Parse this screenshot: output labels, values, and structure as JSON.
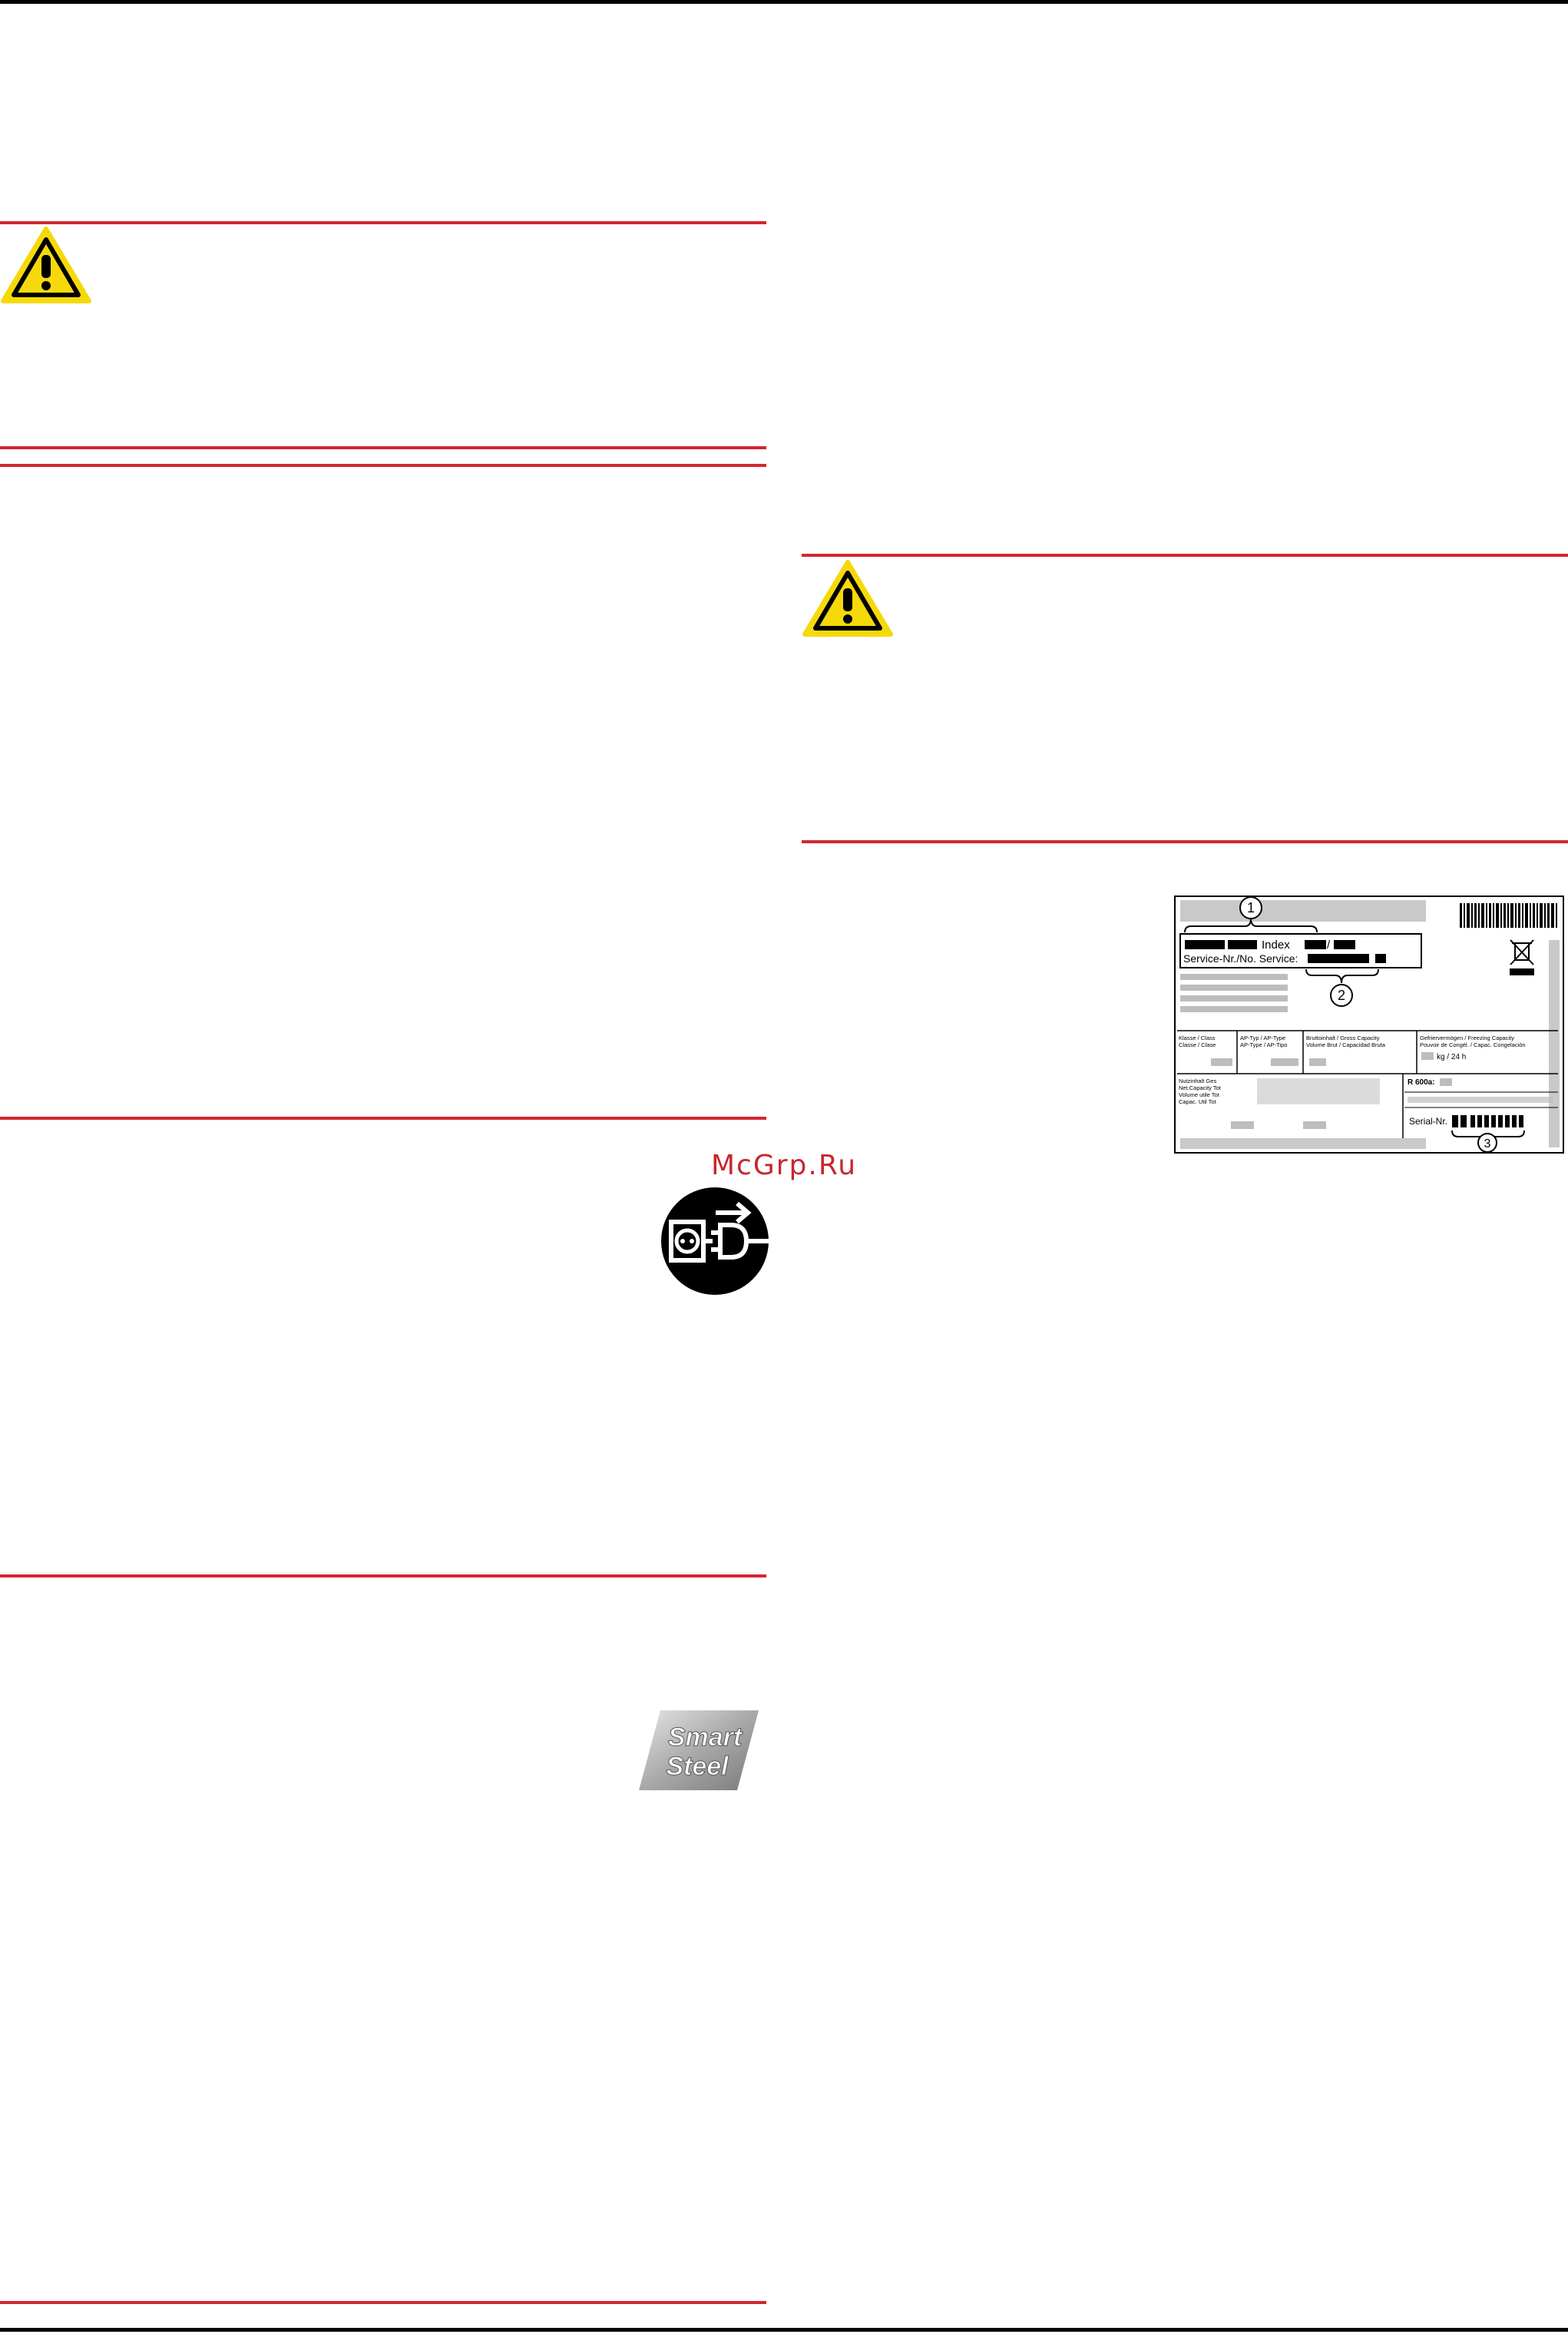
{
  "watermark": "McGrp.Ru",
  "rating_plate": {
    "service_line_1": "Index",
    "service_line_2": "Service-Nr./No. Service:",
    "serial_label": "Serial-Nr.",
    "refrigerant": "R 600a:",
    "col_headers": [
      "Klasse / Class\nClasse / Clase",
      "AP-Typ / AP-Type\nAP-Type / AP-Tipo",
      "Bruttoinhalt / Gross Capacity\nVolume Brut / Capacidad Bruta",
      "Gefriervermögen / Freezing Capacity\nPouvoir de Congél. / Capac. Congelación"
    ],
    "freezing_unit": "kg / 24 h",
    "net_rows": [
      "Nutzinhalt   Ges",
      "Net.Capacity   Tot",
      "Volume utile   Tot",
      "Capac. Util   Tot"
    ],
    "callouts": [
      "1",
      "2",
      "3"
    ]
  },
  "icons": {
    "warning_1": "warning-triangle-icon",
    "warning_2": "warning-triangle-icon",
    "plug": "unplug-mains-icon",
    "smartsteel": "smartsteel-logo"
  },
  "smartsteel": {
    "line1": "Smart",
    "line2": "Steel"
  },
  "colors": {
    "accent_red": "#d22630",
    "warning_yellow": "#f5d90a"
  }
}
